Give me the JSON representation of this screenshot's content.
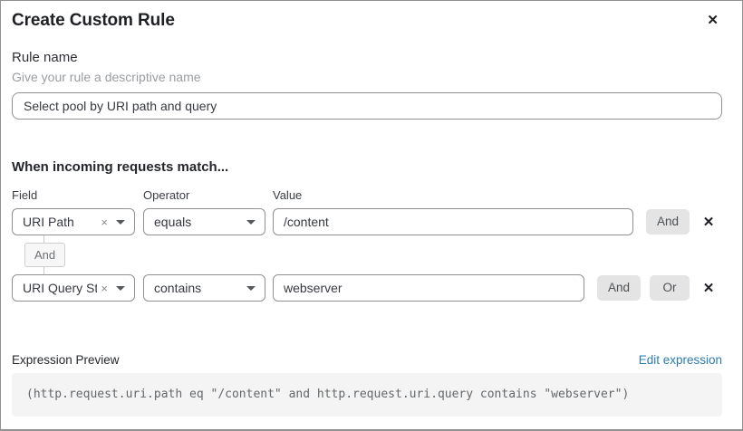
{
  "dialog": {
    "title": "Create Custom Rule"
  },
  "icons": {
    "close": "✕",
    "remove": "✕",
    "clear": "×"
  },
  "rule_name": {
    "label": "Rule name",
    "helper": "Give your rule a descriptive name",
    "value": "Select pool by URI path and query"
  },
  "match": {
    "heading": "When incoming requests match...",
    "field_label": "Field",
    "operator_label": "Operator",
    "value_label": "Value",
    "connector_label": "And",
    "rows": [
      {
        "field": "URI Path",
        "operator": "equals",
        "value": "/content",
        "and_label": "And"
      },
      {
        "field": "URI Query St...",
        "operator": "contains",
        "value": "webserver",
        "and_label": "And",
        "or_label": "Or"
      }
    ]
  },
  "expression": {
    "label": "Expression Preview",
    "edit_link": "Edit expression",
    "code": "(http.request.uri.path eq \"/content\" and http.request.uri.query contains \"webserver\")"
  },
  "colors": {
    "link": "#2c7cb0",
    "button_bg": "#e4e4e4",
    "badge_bg": "#f7f7f7",
    "code_bg": "#f4f4f4",
    "input_border": "#8f9194"
  }
}
